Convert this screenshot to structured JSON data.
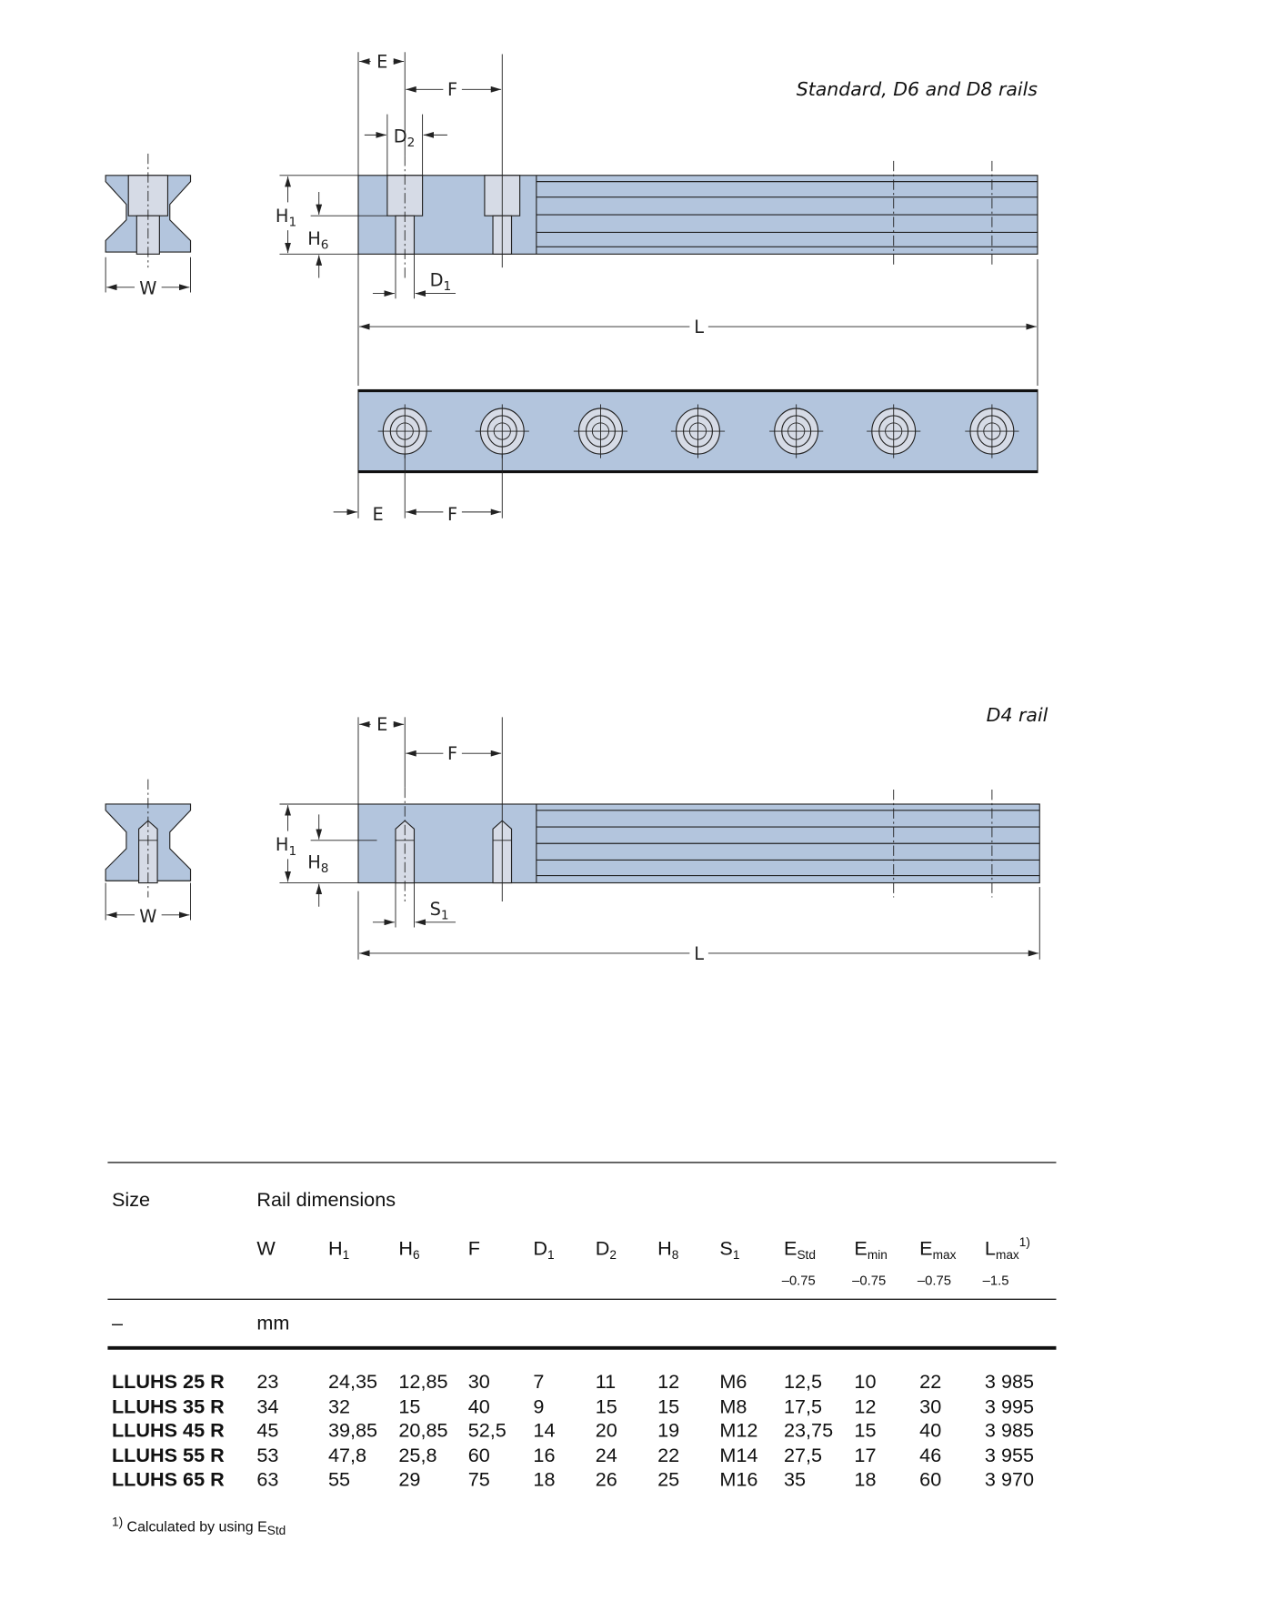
{
  "drawing_standard": {
    "title": "Standard, D6 and D8 rails",
    "labels": {
      "E": "E",
      "F": "F",
      "D": "D",
      "D2_sub": "2",
      "D1_sub": "1",
      "H": "H",
      "H1_sub": "1",
      "H6_sub": "6",
      "W": "W",
      "L": "L"
    }
  },
  "drawing_d4": {
    "title": "D4 rail",
    "labels": {
      "E": "E",
      "F": "F",
      "H": "H",
      "H1_sub": "1",
      "H8_sub": "8",
      "S": "S",
      "S1_sub": "1",
      "W": "W",
      "L": "L"
    }
  },
  "table": {
    "size_header": "Size",
    "group_header": "Rail dimensions",
    "columns": [
      {
        "base": "W",
        "sub": "",
        "sup": "",
        "tol": ""
      },
      {
        "base": "H",
        "sub": "1",
        "sup": "",
        "tol": ""
      },
      {
        "base": "H",
        "sub": "6",
        "sup": "",
        "tol": ""
      },
      {
        "base": "F",
        "sub": "",
        "sup": "",
        "tol": ""
      },
      {
        "base": "D",
        "sub": "1",
        "sup": "",
        "tol": ""
      },
      {
        "base": "D",
        "sub": "2",
        "sup": "",
        "tol": ""
      },
      {
        "base": "H",
        "sub": "8",
        "sup": "",
        "tol": ""
      },
      {
        "base": "S",
        "sub": "1",
        "sup": "",
        "tol": ""
      },
      {
        "base": "E",
        "sub": "Std",
        "sup": "",
        "tol": "–0.75"
      },
      {
        "base": "E",
        "sub": "min",
        "sup": "",
        "tol": "–0.75"
      },
      {
        "base": "E",
        "sub": "max",
        "sup": "",
        "tol": "–0.75"
      },
      {
        "base": "L",
        "sub": "max",
        "sup": "1)",
        "tol": "–1.5"
      }
    ],
    "unit_size": "–",
    "unit": "mm",
    "rows": [
      {
        "size": "LLUHS 25 R",
        "values": [
          "23",
          "24,35",
          "12,85",
          "30",
          "7",
          "11",
          "12",
          "M6",
          "12,5",
          "10",
          "22",
          "3 985"
        ]
      },
      {
        "size": "LLUHS 35 R",
        "values": [
          "34",
          "32",
          "15",
          "40",
          "9",
          "15",
          "15",
          "M8",
          "17,5",
          "12",
          "30",
          "3 995"
        ]
      },
      {
        "size": "LLUHS 45 R",
        "values": [
          "45",
          "39,85",
          "20,85",
          "52,5",
          "14",
          "20",
          "19",
          "M12",
          "23,75",
          "15",
          "40",
          "3 985"
        ]
      },
      {
        "size": "LLUHS 55 R",
        "values": [
          "53",
          "47,8",
          "25,8",
          "60",
          "16",
          "24",
          "22",
          "M14",
          "27,5",
          "17",
          "46",
          "3 955"
        ]
      },
      {
        "size": "LLUHS 65 R",
        "values": [
          "63",
          "55",
          "29",
          "75",
          "18",
          "26",
          "25",
          "M16",
          "35",
          "18",
          "60",
          "3 970"
        ]
      }
    ],
    "footnote": {
      "mark": "1)",
      "text": " Calculated by using E",
      "sub": "Std"
    }
  },
  "colors": {
    "rail": "#b3c5dd",
    "hole": "#d6dbe6",
    "line": "#222222"
  }
}
